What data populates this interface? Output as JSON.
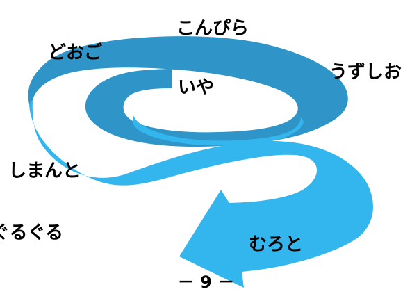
{
  "diagram": {
    "colors": {
      "back_ribbon": "#2f95c8",
      "front_ribbon": "#33b6ee",
      "text": "#000000"
    },
    "labels": {
      "konpira": "こんぴら",
      "dogo": "どおご",
      "uzushio": "うずしお",
      "iya": "いや",
      "shimanto": "しまんと",
      "guruguru": "ぐるぐる",
      "muroto": "むろと"
    },
    "page_number": "－ 9 －"
  }
}
